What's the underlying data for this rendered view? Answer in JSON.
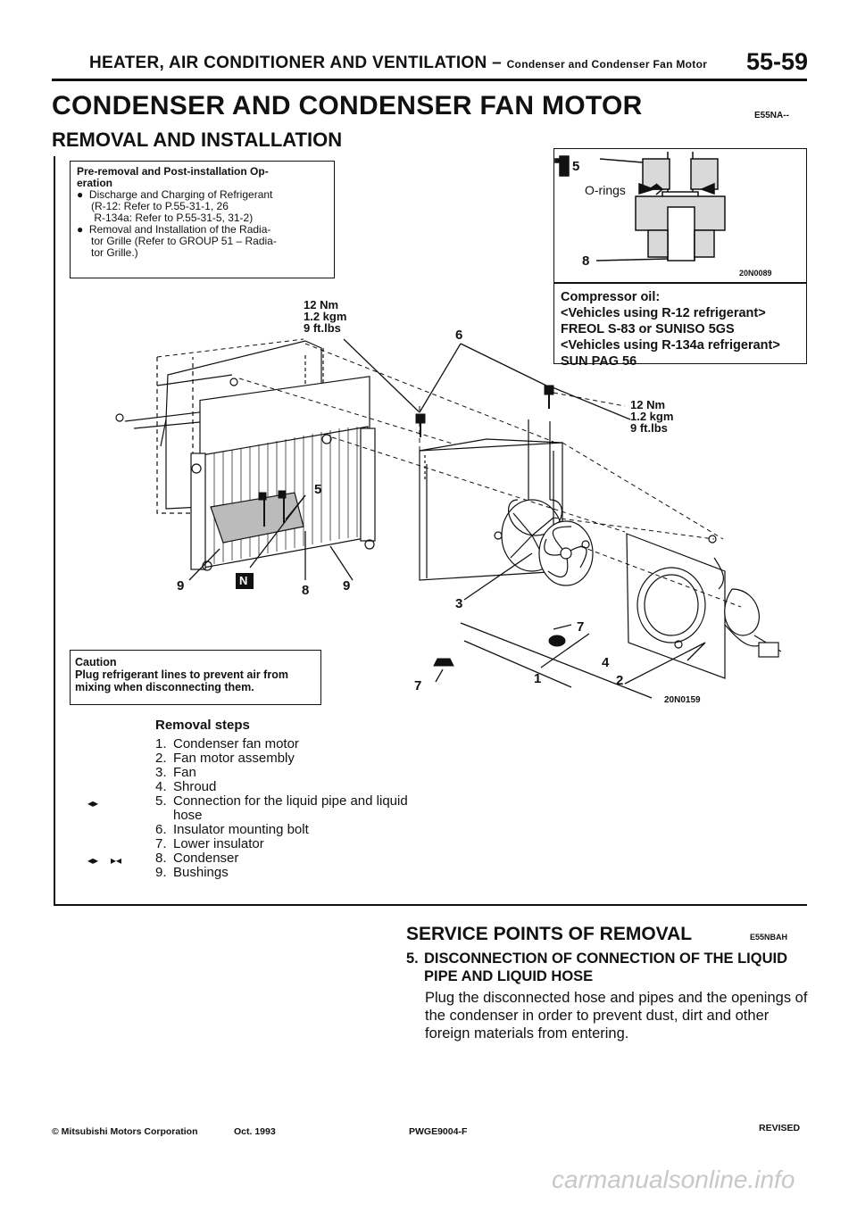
{
  "header": {
    "title": "HEATER, AIR CONDITIONER AND VENTILATION",
    "separator": "–",
    "subtitle": "Condenser and Condenser Fan Motor",
    "page_number": "55-59"
  },
  "main_title": "CONDENSER AND CONDENSER FAN MOTOR",
  "section_code": "E55NA--",
  "sub_title": "REMOVAL AND INSTALLATION",
  "pre_removal": {
    "heading": "Pre-removal and Post-installation Op-",
    "heading2": "eration",
    "bullet1": "Discharge and Charging of Refrigerant",
    "paren1": "R-12: Refer to P.55-31-1, 26",
    "paren2": "R-134a: Refer to P.55-31-5, 31-2",
    "bullet2a": "Removal and Installation of the Radia-",
    "bullet2b": "tor Grille (Refer to GROUP 51 – Radia-",
    "bullet2c": "tor Grille.)"
  },
  "inset": {
    "label_5": "5",
    "label_8": "8",
    "label_orings": "O-rings",
    "code": "20N0089",
    "oil_heading": "Compressor oil:",
    "oil_r12": "<Vehicles using R-12 refrigerant>",
    "oil_r12_value": "FREOL S-83 or SUNISO 5GS",
    "oil_r134a": "<Vehicles using R-134a refrigerant>",
    "oil_r134a_value": "SUN PAG 56"
  },
  "torque_1": {
    "nm": "12 Nm",
    "kgm": "1.2 kgm",
    "ftlbs": "9 ft.lbs"
  },
  "torque_2": {
    "nm": "12 Nm",
    "kgm": "1.2 kgm",
    "ftlbs": "9 ft.lbs"
  },
  "callouts": {
    "c1": "1",
    "c2": "2",
    "c3": "3",
    "c4": "4",
    "c5": "5",
    "c6": "6",
    "c7a": "7",
    "c7b": "7",
    "c8": "8",
    "c9a": "9",
    "c9b": "9"
  },
  "figure_code": "20N0159",
  "badge_letter": "N",
  "caution": {
    "title": "Caution",
    "line1": "Plug refrigerant lines to prevent air from",
    "line2": "mixing when disconnecting them."
  },
  "removal_steps": {
    "heading": "Removal steps",
    "items": [
      {
        "num": "1.",
        "text": "Condenser fan motor"
      },
      {
        "num": "2.",
        "text": "Fan motor assembly"
      },
      {
        "num": "3.",
        "text": "Fan"
      },
      {
        "num": "4.",
        "text": "Shroud"
      },
      {
        "num": "5.",
        "text": "Connection for the liquid pipe and liquid"
      },
      {
        "num": "",
        "text": "hose"
      },
      {
        "num": "6.",
        "text": "Insulator mounting bolt"
      },
      {
        "num": "7.",
        "text": "Lower insulator"
      },
      {
        "num": "8.",
        "text": "Condenser"
      },
      {
        "num": "9.",
        "text": "Bushings"
      }
    ],
    "marker_5": "◂▸",
    "marker_8a": "◂▸",
    "marker_8b": "▸◂"
  },
  "service": {
    "title": "SERVICE POINTS OF REMOVAL",
    "code": "E55NBAH",
    "step_no": "5.",
    "step_line1": "DISCONNECTION OF CONNECTION OF THE LIQUID",
    "step_line2": "PIPE AND LIQUID HOSE",
    "body": "Plug the disconnected hose and pipes and the openings of the condenser in order to prevent dust, dirt and other foreign materials from entering."
  },
  "footer": {
    "copyright": "© Mitsubishi Motors Corporation",
    "date": "Oct. 1993",
    "code": "PWGE9004-F",
    "status": "REVISED"
  },
  "watermark": "carmanualsonline.info"
}
